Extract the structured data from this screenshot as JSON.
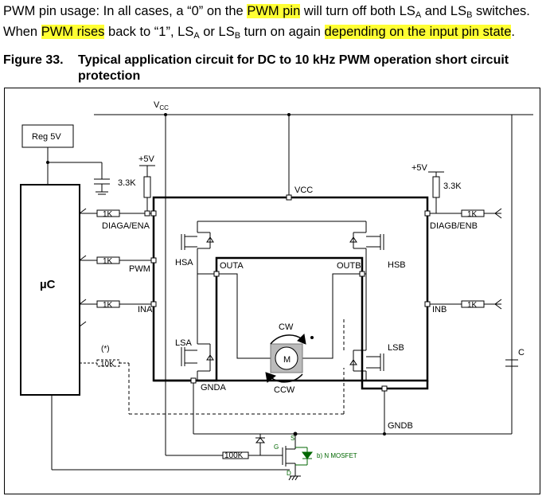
{
  "paragraph": {
    "t1": "PWM pin usage: In all cases, a “0” on the ",
    "h1": "PWM pin",
    "t2": " will turn off both LS",
    "s1": "A",
    "t3": " and LS",
    "s2": "B",
    "t4": " switches.",
    "t5": "When ",
    "h2": "PWM rises",
    "t6": " back to “1”, LS",
    "s3": "A",
    "t7": " or LS",
    "s4": "B",
    "t8": " turn on again ",
    "h3": "depending on the input pin state",
    "t9": "."
  },
  "figure": {
    "number": "Figure 33.",
    "title_line1": "Typical application circuit for DC to 10 kHz PWM operation short circuit",
    "title_line2": "protection"
  },
  "circuit": {
    "vcc_top": "V",
    "vcc_top_sub": "CC",
    "reg": "Reg 5V",
    "uc": "µC",
    "plus5v_left": "+5V",
    "plus5v_right": "+5V",
    "r33k_left": "3.3K",
    "r33k_right": "3.3K",
    "vcc_chip": "VCC",
    "r1k": "1K",
    "diaga_ena": "DIAGA/ENA",
    "diagb_enb": "DIAGB/ENB",
    "pwm": "PWM",
    "ina": "INA",
    "inb": "INB",
    "hsa": "HSA",
    "hsb": "HSB",
    "lsa": "LSA",
    "lsb": "LSB",
    "outa": "OUTA",
    "outb": "OUTB",
    "cw": "CW",
    "ccw": "CCW",
    "motor": "M",
    "gnda": "GNDA",
    "gndb": "GNDB",
    "r10k": "10K",
    "asterisk": "(*)",
    "c": "C",
    "r100k": "100K",
    "g": "G",
    "s": "S",
    "d": "D",
    "nmos": "b) N MOSFET"
  },
  "colors": {
    "highlight": "#ffff33",
    "mosfet_green": "#006600"
  }
}
